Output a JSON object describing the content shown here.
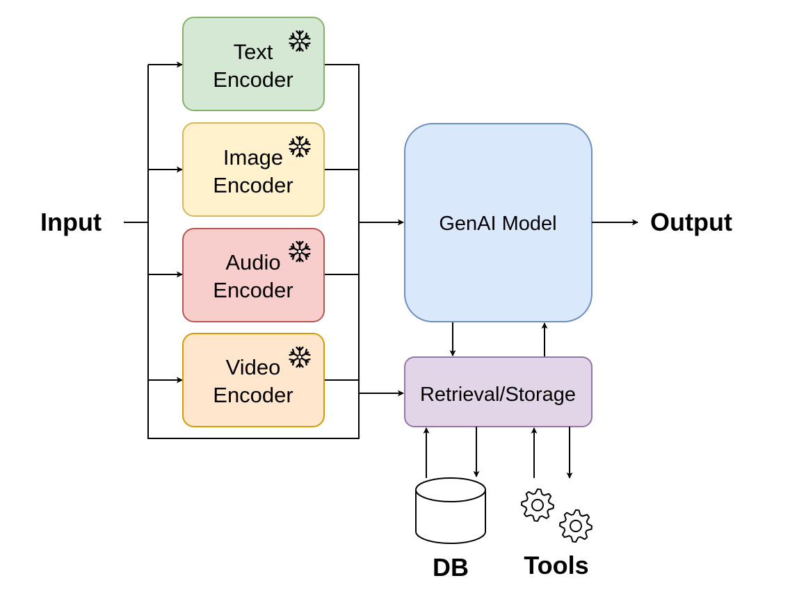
{
  "input_label": "Input",
  "output_label": "Output",
  "encoders": [
    {
      "line1": "Text",
      "line2": "Encoder",
      "fill": "#d5e8d4",
      "stroke": "#82b366",
      "frozen_icon": "snowflake-icon"
    },
    {
      "line1": "Image",
      "line2": "Encoder",
      "fill": "#fff2cc",
      "stroke": "#d6b656",
      "frozen_icon": "snowflake-icon"
    },
    {
      "line1": "Audio",
      "line2": "Encoder",
      "fill": "#f8cecc",
      "stroke": "#b85450",
      "frozen_icon": "snowflake-icon"
    },
    {
      "line1": "Video",
      "line2": "Encoder",
      "fill": "#ffe6cc",
      "stroke": "#d79b00",
      "frozen_icon": "snowflake-icon"
    }
  ],
  "model": {
    "label": "GenAI Model",
    "fill": "#dae8fc",
    "stroke": "#6c8ebf"
  },
  "retrieval": {
    "label": "Retrieval/Storage",
    "fill": "#e1d5e7",
    "stroke": "#9673a6"
  },
  "db_label": "DB",
  "tools_label": "Tools",
  "icons": {
    "database": "database-icon",
    "gears": "gear-icon"
  }
}
